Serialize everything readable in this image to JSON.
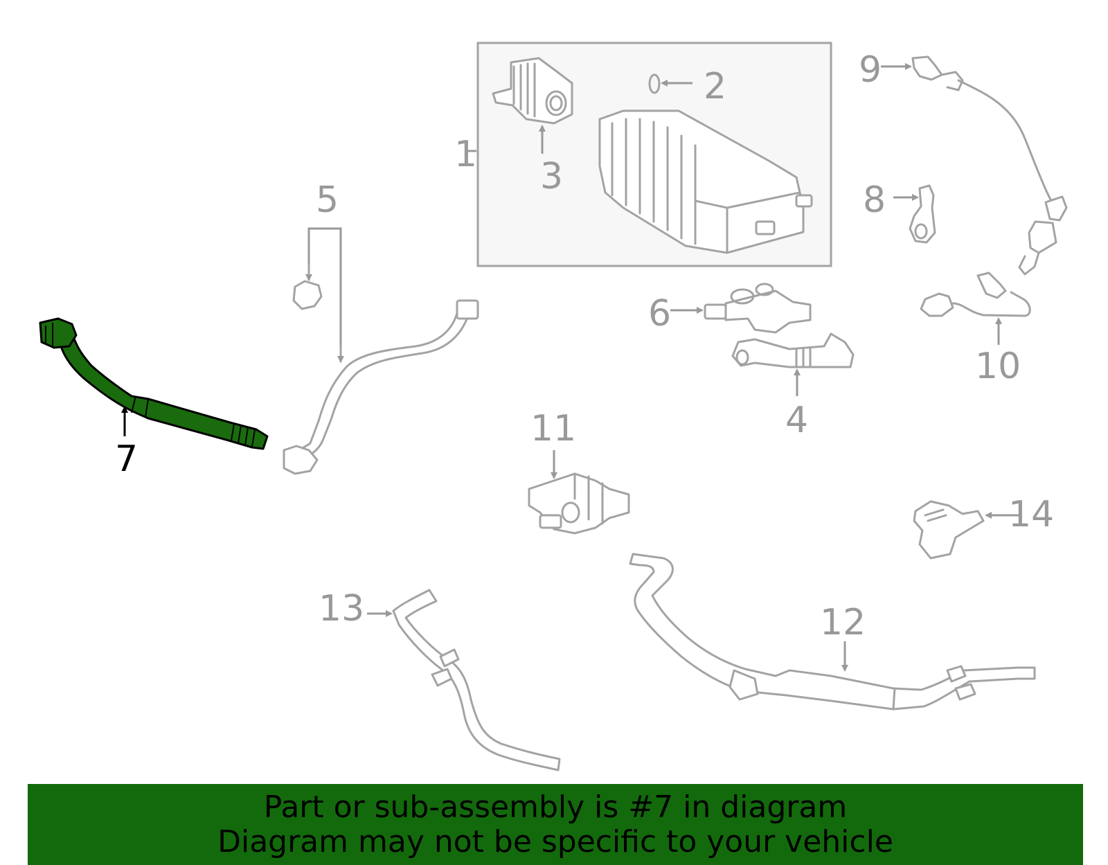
{
  "diagram": {
    "callouts": {
      "c1": "1",
      "c2": "2",
      "c3": "3",
      "c4": "4",
      "c5": "5",
      "c6": "6",
      "c7": "7",
      "c8": "8",
      "c9": "9",
      "c10": "10",
      "c11": "11",
      "c12": "12",
      "c13": "13",
      "c14": "14"
    },
    "highlighted_part": "7"
  },
  "colors": {
    "highlight_fill": "#1a6b0e",
    "highlight_outline": "#000000",
    "part_lines": "#a3a3a3",
    "callout_text": "#999999",
    "banner_background": "#136a0c"
  },
  "banner": {
    "line1": "Part or sub-assembly is #7 in diagram",
    "line2": "Diagram may not be specific to your vehicle"
  }
}
